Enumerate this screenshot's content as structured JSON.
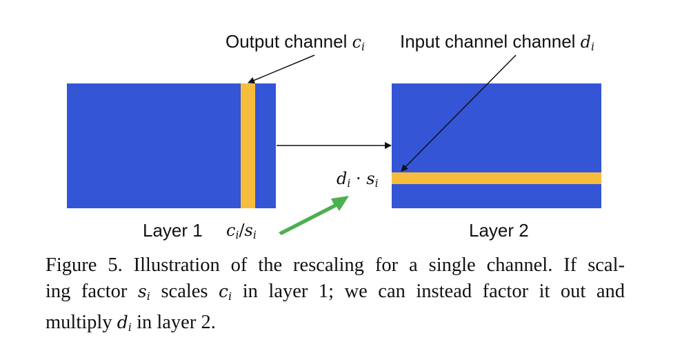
{
  "figure": {
    "output_channel_label": "Output channel",
    "output_channel_var": "c",
    "output_channel_sub": "i",
    "input_channel_label": "Input channel channel",
    "input_channel_var": "d",
    "input_channel_sub": "i",
    "layer1_label": "Layer 1",
    "layer2_label": "Layer 2",
    "rescale_num_var": "c",
    "rescale_num_sub": "i",
    "rescale_den_var": "s",
    "rescale_den_sub": "i",
    "product_left_var": "d",
    "product_left_sub": "i",
    "product_op": "·",
    "product_right_var": "s",
    "product_right_sub": "i",
    "colors": {
      "block": "#3355d6",
      "channel": "#f6bd3c",
      "green_arrow": "#4caf50"
    }
  },
  "caption": {
    "line1_pre": "Figure 5. Illustration of the rescaling for a single channel. If scal-",
    "line2_a": "ing factor ",
    "line2_s": "s",
    "line2_s_sub": "i",
    "line2_b": " scales ",
    "line2_c": "c",
    "line2_c_sub": "i",
    "line2_c2": " in layer 1; we can instead factor it out and",
    "line3_a": "multiply ",
    "line3_d": "d",
    "line3_d_sub": "i",
    "line3_b": " in layer 2."
  }
}
